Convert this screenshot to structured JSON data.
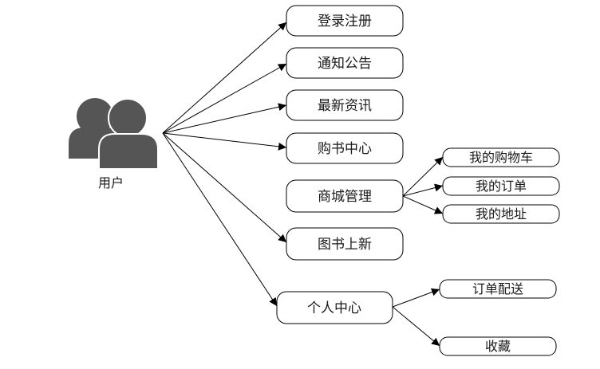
{
  "actor": {
    "label": "用户"
  },
  "nodes": {
    "login": "登录注册",
    "notice": "通知公告",
    "news": "最新资讯",
    "cart_center": "购书中心",
    "mall": "商城管理",
    "new_books": "图书上新",
    "personal": "个人中心",
    "my_cart": "我的购物车",
    "my_orders": "我的订单",
    "my_address": "我的地址",
    "delivery": "订单配送",
    "favorites": "收藏"
  },
  "colors": {
    "stroke": "#000000",
    "icon_fill": "#555555",
    "background": "#ffffff"
  }
}
